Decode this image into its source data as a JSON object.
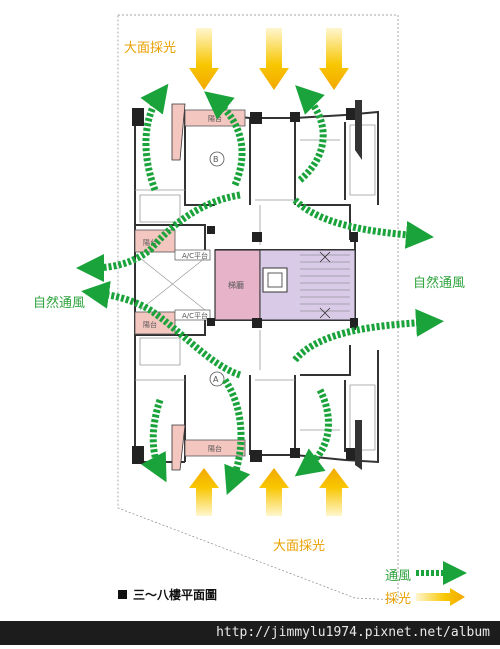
{
  "labels": {
    "sunlight_top": "大面採光",
    "sunlight_bottom": "大面採光",
    "wind_left": "自然通風",
    "wind_right": "自然通風"
  },
  "rooms": {
    "balcony": "陽台",
    "lobby": "梯廳",
    "ac_platform": "A/C平台",
    "unit_a": "A",
    "unit_b": "B"
  },
  "legend": {
    "wind": "通風",
    "light": "採光"
  },
  "plan_title": "三～八樓平面圖",
  "footer": {
    "url": "http://jimmylu1974.pixnet.net/album"
  },
  "colors": {
    "wind_arrow": "#1aa33a",
    "sun_arrow": "#f5b400",
    "lobby": "#e6b3c8",
    "stair": "#d9cbe8",
    "balcony": "#f4c6c0"
  }
}
